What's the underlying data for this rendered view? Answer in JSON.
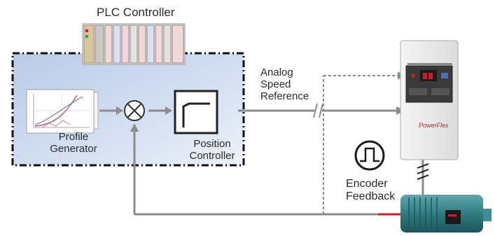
{
  "labels": {
    "plc_controller": "PLC Controller",
    "profile_generator": "Profile\nGenerator",
    "position_controller": "Position\nController",
    "analog_speed_reference": "Analog\nSpeed\nReference",
    "encoder_feedback": "Encoder\nFeedback",
    "drive_brand": "PowerFlex"
  },
  "icons": {
    "plc": "plc-rack-icon",
    "profile_chart": "profile-curve-icon",
    "summing_junction": "summing-junction-icon",
    "position_controller": "step-response-icon",
    "drive": "vfd-drive-icon",
    "encoder": "square-pulse-icon",
    "motor": "motor-icon"
  },
  "colors": {
    "panel_fill": "#c9d7ee",
    "panel_border": "#111111",
    "signal_line": "#8c8c8c",
    "motor_body": "#2f7d82",
    "drive_accent": "#c8202a"
  }
}
